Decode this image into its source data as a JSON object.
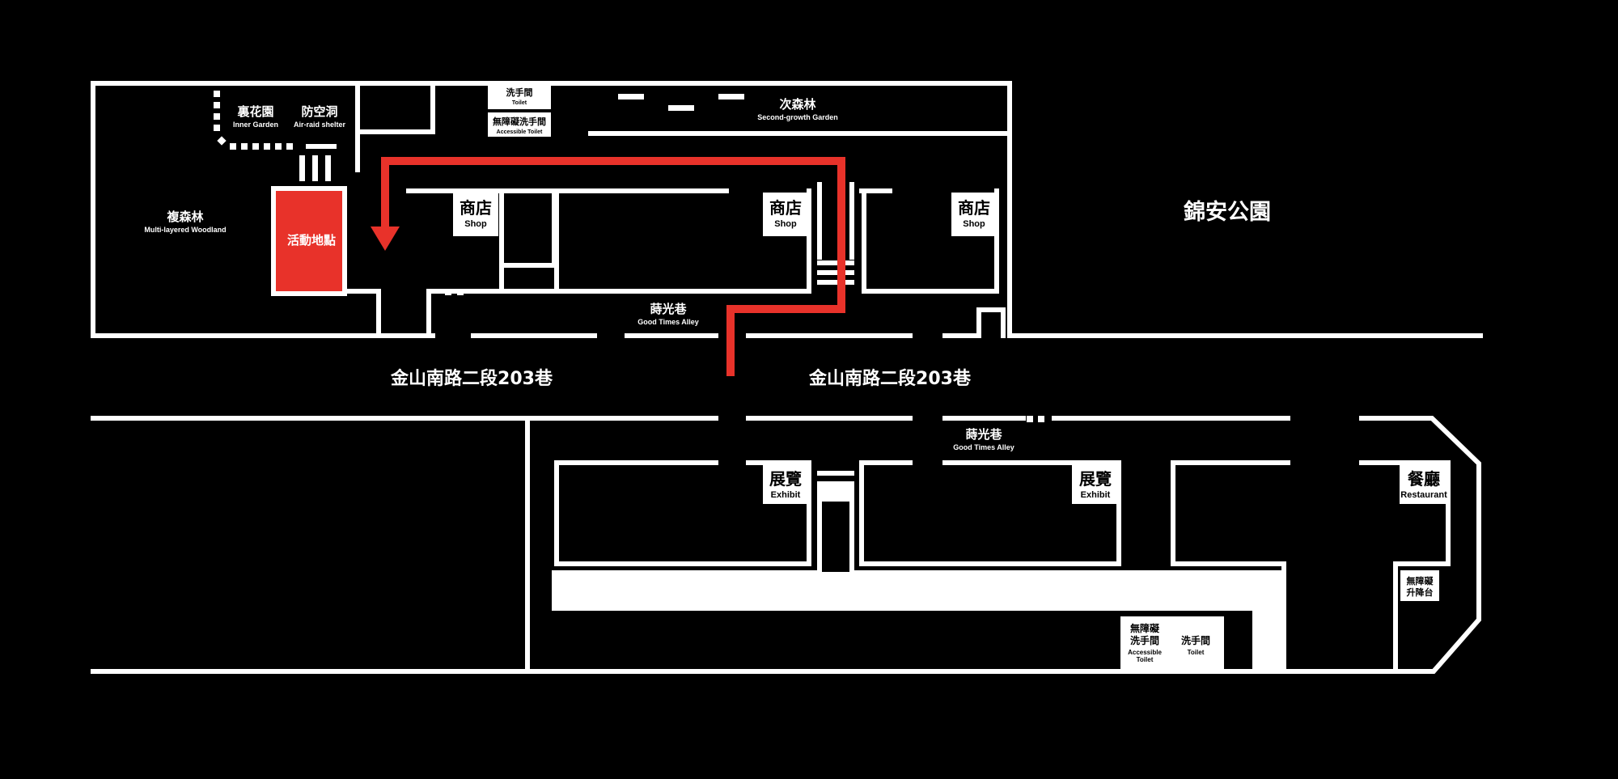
{
  "colors": {
    "background": "#000000",
    "walls": "#ffffff",
    "accent": "#e8322a",
    "label_on_white": "#000000"
  },
  "icons": {
    "route": "red-route-arrow",
    "stairs": "stairs-stripes"
  },
  "labels": {
    "inner_garden": {
      "zh": "裏花園",
      "en": "Inner Garden"
    },
    "air_raid": {
      "zh": "防空洞",
      "en": "Air-raid shelter"
    },
    "woodland": {
      "zh": "複森林",
      "en": "Multi-layered Woodland"
    },
    "second_growth": {
      "zh": "次森林",
      "en": "Second-growth Garden"
    },
    "park": {
      "zh": "錦安公園"
    },
    "event": {
      "zh": "活動地點"
    },
    "alley_top": {
      "zh": "蒔光巷",
      "en": "Good Times Alley"
    },
    "alley_bottom": {
      "zh": "蒔光巷",
      "en": "Good Times Alley"
    },
    "street_left": "金山南路二段203巷",
    "street_right": "金山南路二段203巷",
    "shop1": {
      "zh": "商店",
      "en": "Shop"
    },
    "shop2": {
      "zh": "商店",
      "en": "Shop"
    },
    "shop3": {
      "zh": "商店",
      "en": "Shop"
    },
    "toilet_top": {
      "zh": "洗手間",
      "en": "Toilet"
    },
    "accessible_top": {
      "zh": "無障礙洗手間",
      "en": "Accessible Toilet"
    },
    "exhibit1": {
      "zh": "展覽",
      "en": "Exhibit"
    },
    "exhibit2": {
      "zh": "展覽",
      "en": "Exhibit"
    },
    "restaurant": {
      "zh": "餐廳",
      "en": "Restaurant"
    },
    "lift": {
      "zh1": "無障礙",
      "zh2": "升降台"
    },
    "accessible_bottom": {
      "zh1": "無障礙",
      "zh2": "洗手間",
      "en1": "Accessible",
      "en2": "Toilet"
    },
    "toilet_bottom": {
      "zh": "洗手間",
      "en": "Toilet"
    }
  }
}
